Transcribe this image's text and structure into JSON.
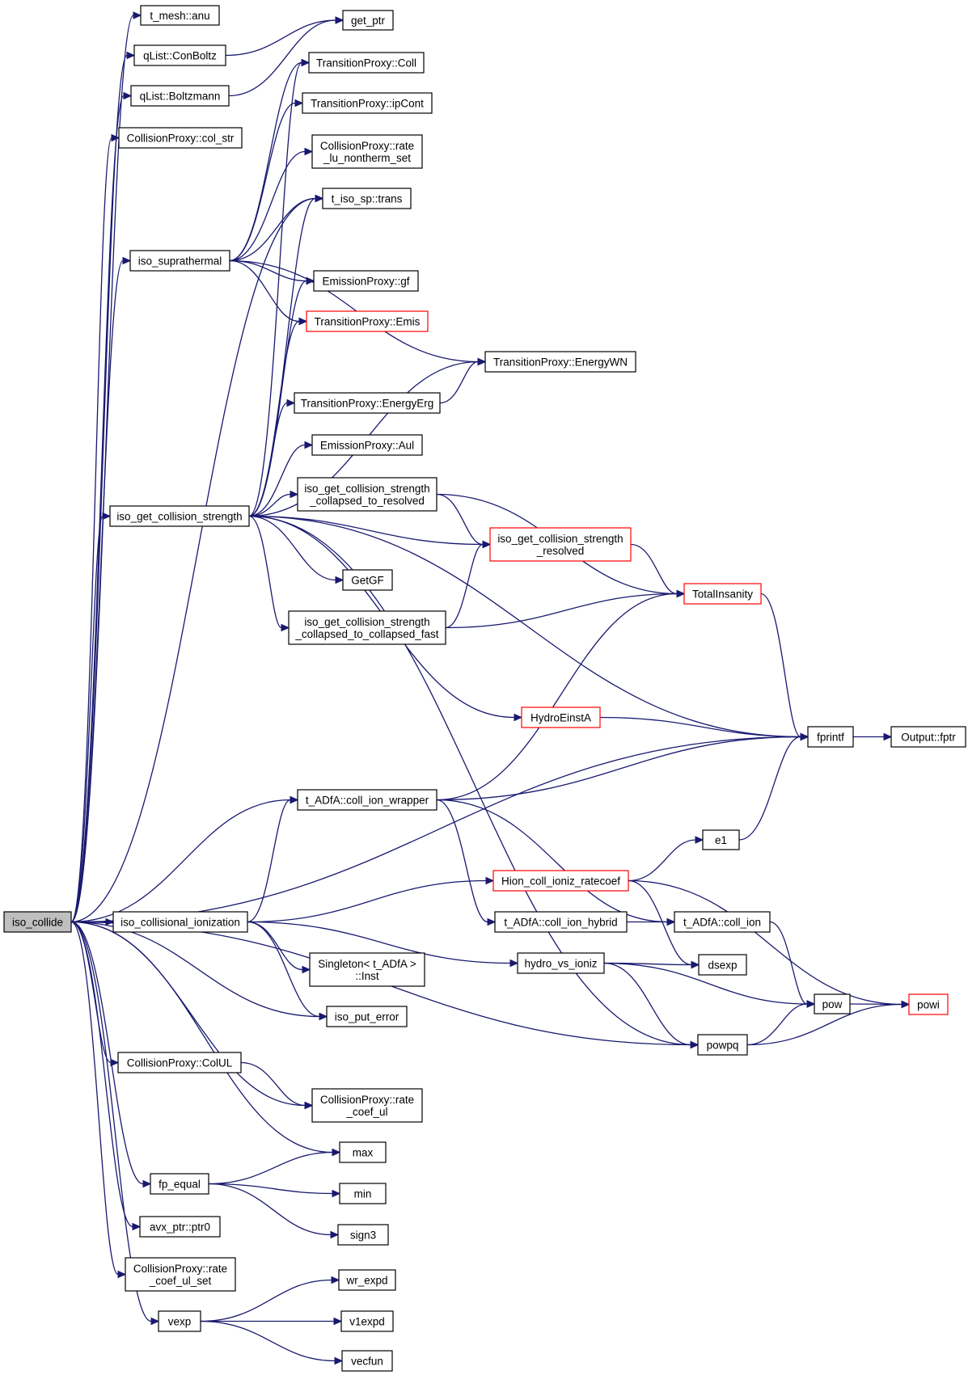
{
  "colors": {
    "edge": "#191970",
    "node_border": "#000000",
    "truncated_border": "#ff0000",
    "root_fill": "#bfbfbf"
  },
  "nodes": [
    {
      "id": "iso_collide",
      "lines": [
        "iso_collide"
      ],
      "root": true
    },
    {
      "id": "t_mesh_anu",
      "lines": [
        "t_mesh::anu"
      ]
    },
    {
      "id": "get_ptr",
      "lines": [
        "get_ptr"
      ]
    },
    {
      "id": "ConBoltz",
      "lines": [
        "qList::ConBoltz"
      ]
    },
    {
      "id": "Boltzmann",
      "lines": [
        "qList::Boltzmann"
      ]
    },
    {
      "id": "col_str",
      "lines": [
        "CollisionProxy::col_str"
      ]
    },
    {
      "id": "TP_Coll",
      "lines": [
        "TransitionProxy::Coll"
      ]
    },
    {
      "id": "TP_ipCont",
      "lines": [
        "TransitionProxy::ipCont"
      ]
    },
    {
      "id": "rate_lu",
      "lines": [
        "CollisionProxy::rate",
        "_lu_nontherm_set"
      ]
    },
    {
      "id": "trans",
      "lines": [
        "t_iso_sp::trans"
      ]
    },
    {
      "id": "iso_suprathermal",
      "lines": [
        "iso_suprathermal"
      ]
    },
    {
      "id": "EP_gf",
      "lines": [
        "EmissionProxy::gf"
      ]
    },
    {
      "id": "TP_Emis",
      "lines": [
        "TransitionProxy::Emis"
      ],
      "truncated": true
    },
    {
      "id": "TP_EnergyWN",
      "lines": [
        "TransitionProxy::EnergyWN"
      ]
    },
    {
      "id": "TP_EnergyErg",
      "lines": [
        "TransitionProxy::EnergyErg"
      ]
    },
    {
      "id": "EP_Aul",
      "lines": [
        "EmissionProxy::Aul"
      ]
    },
    {
      "id": "igcs_c2r",
      "lines": [
        "iso_get_collision_strength",
        "_collapsed_to_resolved"
      ]
    },
    {
      "id": "igcs",
      "lines": [
        "iso_get_collision_strength"
      ]
    },
    {
      "id": "igcs_res",
      "lines": [
        "iso_get_collision_strength",
        "_resolved"
      ],
      "truncated": true
    },
    {
      "id": "GetGF",
      "lines": [
        "GetGF"
      ]
    },
    {
      "id": "TotalInsanity",
      "lines": [
        "TotalInsanity"
      ],
      "truncated": true
    },
    {
      "id": "igcs_c2cf",
      "lines": [
        "iso_get_collision_strength",
        "_collapsed_to_collapsed_fast"
      ]
    },
    {
      "id": "HydroEinstA",
      "lines": [
        "HydroEinstA"
      ],
      "truncated": true
    },
    {
      "id": "fprintf",
      "lines": [
        "fprintf"
      ]
    },
    {
      "id": "Output_fptr",
      "lines": [
        "Output::fptr"
      ]
    },
    {
      "id": "coll_ion_wrapper",
      "lines": [
        "t_ADfA::coll_ion_wrapper"
      ]
    },
    {
      "id": "e1",
      "lines": [
        "e1"
      ]
    },
    {
      "id": "Hion",
      "lines": [
        "Hion_coll_ioniz_ratecoef"
      ],
      "truncated": true
    },
    {
      "id": "iso_coll_ion",
      "lines": [
        "iso_collisional_ionization"
      ]
    },
    {
      "id": "coll_ion_hybrid",
      "lines": [
        "t_ADfA::coll_ion_hybrid"
      ]
    },
    {
      "id": "coll_ion",
      "lines": [
        "t_ADfA::coll_ion"
      ]
    },
    {
      "id": "Singleton",
      "lines": [
        "Singleton< t_ADfA >",
        "::Inst"
      ]
    },
    {
      "id": "hydro_vs_ioniz",
      "lines": [
        "hydro_vs_ioniz"
      ]
    },
    {
      "id": "dsexp",
      "lines": [
        "dsexp"
      ]
    },
    {
      "id": "pow",
      "lines": [
        "pow"
      ]
    },
    {
      "id": "powi",
      "lines": [
        "powi"
      ],
      "truncated": true
    },
    {
      "id": "iso_put_error",
      "lines": [
        "iso_put_error"
      ]
    },
    {
      "id": "powpq",
      "lines": [
        "powpq"
      ]
    },
    {
      "id": "ColUL",
      "lines": [
        "CollisionProxy::ColUL"
      ]
    },
    {
      "id": "rate_coef_ul",
      "lines": [
        "CollisionProxy::rate",
        "_coef_ul"
      ]
    },
    {
      "id": "max",
      "lines": [
        "max"
      ]
    },
    {
      "id": "fp_equal",
      "lines": [
        "fp_equal"
      ]
    },
    {
      "id": "min",
      "lines": [
        "min"
      ]
    },
    {
      "id": "avx_ptr0",
      "lines": [
        "avx_ptr::ptr0"
      ]
    },
    {
      "id": "sign3",
      "lines": [
        "sign3"
      ]
    },
    {
      "id": "rate_coef_ul_set",
      "lines": [
        "CollisionProxy::rate",
        "_coef_ul_set"
      ]
    },
    {
      "id": "wr_expd",
      "lines": [
        "wr_expd"
      ]
    },
    {
      "id": "vexp",
      "lines": [
        "vexp"
      ]
    },
    {
      "id": "v1expd",
      "lines": [
        "v1expd"
      ]
    },
    {
      "id": "vecfun",
      "lines": [
        "vecfun"
      ]
    }
  ],
  "edges": [
    [
      "iso_collide",
      "t_mesh_anu"
    ],
    [
      "iso_collide",
      "ConBoltz"
    ],
    [
      "iso_collide",
      "Boltzmann"
    ],
    [
      "iso_collide",
      "col_str"
    ],
    [
      "iso_collide",
      "trans"
    ],
    [
      "iso_collide",
      "iso_suprathermal"
    ],
    [
      "iso_collide",
      "igcs"
    ],
    [
      "iso_collide",
      "fprintf"
    ],
    [
      "iso_collide",
      "coll_ion_wrapper"
    ],
    [
      "iso_collide",
      "iso_coll_ion"
    ],
    [
      "iso_collide",
      "iso_put_error"
    ],
    [
      "iso_collide",
      "powpq"
    ],
    [
      "iso_collide",
      "ColUL"
    ],
    [
      "iso_collide",
      "rate_coef_ul"
    ],
    [
      "iso_collide",
      "max"
    ],
    [
      "iso_collide",
      "fp_equal"
    ],
    [
      "iso_collide",
      "avx_ptr0"
    ],
    [
      "iso_collide",
      "rate_coef_ul_set"
    ],
    [
      "iso_collide",
      "vexp"
    ],
    [
      "ConBoltz",
      "get_ptr"
    ],
    [
      "Boltzmann",
      "get_ptr"
    ],
    [
      "iso_suprathermal",
      "TP_Coll"
    ],
    [
      "iso_suprathermal",
      "TP_ipCont"
    ],
    [
      "iso_suprathermal",
      "rate_lu"
    ],
    [
      "iso_suprathermal",
      "trans"
    ],
    [
      "iso_suprathermal",
      "EP_gf"
    ],
    [
      "iso_suprathermal",
      "TP_Emis"
    ],
    [
      "iso_suprathermal",
      "TP_EnergyWN"
    ],
    [
      "igcs",
      "TP_Coll"
    ],
    [
      "igcs",
      "trans"
    ],
    [
      "igcs",
      "EP_gf"
    ],
    [
      "igcs",
      "TP_Emis"
    ],
    [
      "igcs",
      "TP_EnergyWN"
    ],
    [
      "igcs",
      "TP_EnergyErg"
    ],
    [
      "igcs",
      "EP_Aul"
    ],
    [
      "igcs",
      "igcs_c2r"
    ],
    [
      "igcs",
      "igcs_res"
    ],
    [
      "igcs",
      "GetGF"
    ],
    [
      "igcs",
      "igcs_c2cf"
    ],
    [
      "igcs",
      "fprintf"
    ],
    [
      "igcs",
      "HydroEinstA"
    ],
    [
      "igcs",
      "powpq"
    ],
    [
      "TP_EnergyErg",
      "TP_EnergyWN"
    ],
    [
      "igcs_c2r",
      "igcs_res"
    ],
    [
      "igcs_c2r",
      "TotalInsanity"
    ],
    [
      "igcs_res",
      "TotalInsanity"
    ],
    [
      "igcs_c2cf",
      "igcs_res"
    ],
    [
      "igcs_c2cf",
      "TotalInsanity"
    ],
    [
      "TotalInsanity",
      "fprintf"
    ],
    [
      "HydroEinstA",
      "fprintf"
    ],
    [
      "fprintf",
      "Output_fptr"
    ],
    [
      "coll_ion_wrapper",
      "TotalInsanity"
    ],
    [
      "coll_ion_wrapper",
      "fprintf"
    ],
    [
      "coll_ion_wrapper",
      "coll_ion_hybrid"
    ],
    [
      "coll_ion_wrapper",
      "coll_ion"
    ],
    [
      "e1",
      "fprintf"
    ],
    [
      "iso_coll_ion",
      "coll_ion_wrapper"
    ],
    [
      "iso_coll_ion",
      "Hion"
    ],
    [
      "iso_coll_ion",
      "Singleton"
    ],
    [
      "iso_coll_ion",
      "hydro_vs_ioniz"
    ],
    [
      "iso_coll_ion",
      "iso_put_error"
    ],
    [
      "Hion",
      "e1"
    ],
    [
      "Hion",
      "dsexp"
    ],
    [
      "Hion",
      "powi"
    ],
    [
      "coll_ion_hybrid",
      "coll_ion"
    ],
    [
      "coll_ion",
      "pow"
    ],
    [
      "hydro_vs_ioniz",
      "dsexp"
    ],
    [
      "hydro_vs_ioniz",
      "pow"
    ],
    [
      "hydro_vs_ioniz",
      "powpq"
    ],
    [
      "pow",
      "powi"
    ],
    [
      "powpq",
      "pow"
    ],
    [
      "powpq",
      "powi"
    ],
    [
      "ColUL",
      "rate_coef_ul"
    ],
    [
      "fp_equal",
      "max"
    ],
    [
      "fp_equal",
      "min"
    ],
    [
      "fp_equal",
      "sign3"
    ],
    [
      "vexp",
      "wr_expd"
    ],
    [
      "vexp",
      "v1expd"
    ],
    [
      "vexp",
      "vecfun"
    ]
  ]
}
